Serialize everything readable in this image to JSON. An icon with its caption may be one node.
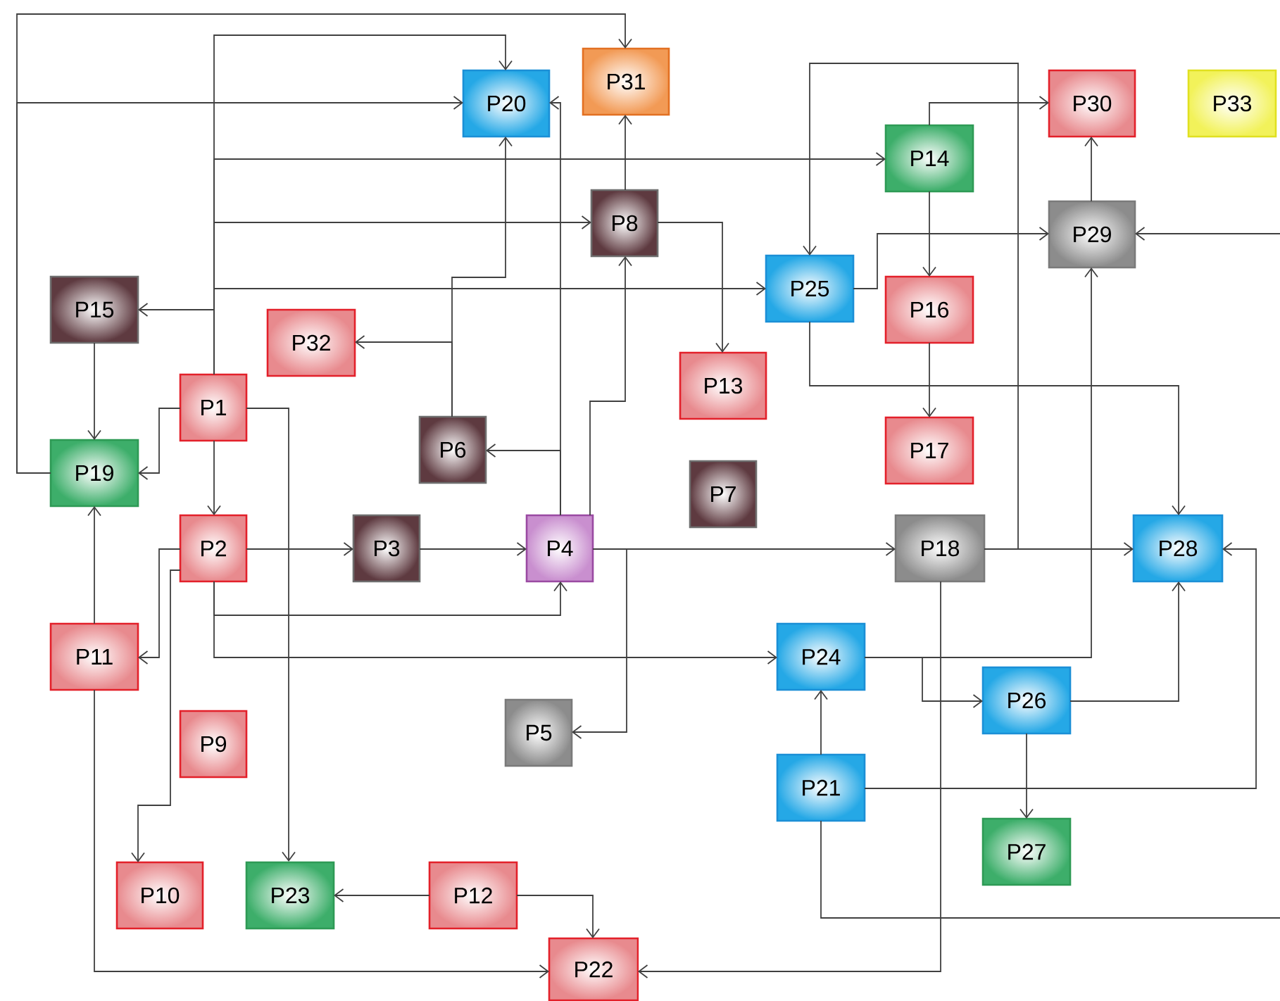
{
  "diagram": {
    "nodes": [
      {
        "text": [
          "P1"
        ]
      },
      {
        "text": [
          "P2"
        ]
      },
      {
        "text": [
          "P3"
        ]
      },
      {
        "text": [
          "P4"
        ]
      },
      {
        "text": [
          "P5"
        ]
      },
      {
        "text": [
          "P6"
        ]
      },
      {
        "text": [
          "P7"
        ]
      },
      {
        "text": [
          "P8"
        ]
      },
      {
        "text": [
          "P9"
        ]
      },
      {
        "text": [
          "P10"
        ]
      },
      {
        "text": [
          "P11"
        ]
      },
      {
        "text": [
          "P12"
        ]
      },
      {
        "text": [
          "P13"
        ]
      },
      {
        "text": [
          "P14"
        ]
      },
      {
        "text": [
          "P15"
        ]
      },
      {
        "text": [
          "P16"
        ]
      },
      {
        "text": [
          "P17"
        ]
      },
      {
        "text": [
          "P18"
        ]
      },
      {
        "text": [
          "P19"
        ]
      },
      {
        "text": [
          "P20"
        ]
      },
      {
        "text": [
          "P21"
        ]
      },
      {
        "text": [
          "P22"
        ]
      },
      {
        "text": [
          "P23"
        ]
      },
      {
        "text": [
          "P24"
        ]
      },
      {
        "text": [
          "P25"
        ]
      },
      {
        "text": [
          "P26"
        ]
      },
      {
        "text": [
          "P27"
        ]
      },
      {
        "text": [
          "P28"
        ]
      },
      {
        "text": [
          "P29"
        ]
      },
      {
        "text": [
          "P30"
        ]
      },
      {
        "text": [
          "P31"
        ]
      },
      {
        "text": [
          "P32"
        ]
      },
      {
        "text": [
          "P33"
        ]
      }
    ],
    "edges": [
      {
        "from": 0,
        "to": 19,
        "arrow": "to"
      },
      {
        "from": 0,
        "to": 13,
        "arrow": "to"
      },
      {
        "from": 0,
        "to": 7,
        "arrow": "to"
      },
      {
        "from": 0,
        "to": 24,
        "arrow": "to"
      },
      {
        "from": 0,
        "to": 14,
        "arrow": "to"
      },
      {
        "from": 0,
        "to": 18,
        "arrow": "to"
      },
      {
        "from": 0,
        "to": 1,
        "arrow": "to"
      },
      {
        "from": 0,
        "to": 22,
        "arrow": "to"
      },
      {
        "from": 18,
        "to": 30,
        "arrow": "to"
      },
      {
        "from": 18,
        "to": 19,
        "arrow": "to"
      },
      {
        "from": 14,
        "to": 18,
        "arrow": "to"
      },
      {
        "from": 5,
        "to": 19,
        "arrow": "to"
      },
      {
        "from": 5,
        "to": 31,
        "arrow": "to"
      },
      {
        "from": 3,
        "to": 19,
        "arrow": "to"
      },
      {
        "from": 3,
        "to": 5,
        "arrow": "to"
      },
      {
        "from": 3,
        "to": 7,
        "arrow": "to"
      },
      {
        "from": 7,
        "to": 30,
        "arrow": "to"
      },
      {
        "from": 7,
        "to": 12,
        "arrow": "to"
      },
      {
        "from": 1,
        "to": 2,
        "arrow": "to"
      },
      {
        "from": 2,
        "to": 3,
        "arrow": "to"
      },
      {
        "from": 1,
        "to": 3,
        "arrow": "to"
      },
      {
        "from": 1,
        "to": 23,
        "arrow": "to"
      },
      {
        "from": 1,
        "to": 10,
        "arrow": "to"
      },
      {
        "from": 1,
        "to": 9,
        "arrow": "to"
      },
      {
        "from": 10,
        "to": 18,
        "arrow": "to"
      },
      {
        "from": 10,
        "to": 21,
        "arrow": "to"
      },
      {
        "from": 11,
        "to": 22,
        "arrow": "to"
      },
      {
        "from": 11,
        "to": 21,
        "arrow": "to"
      },
      {
        "from": 3,
        "to": 17,
        "arrow": "to"
      },
      {
        "from": 3,
        "to": 4,
        "arrow": "to"
      },
      {
        "from": 17,
        "to": 27,
        "arrow": "to"
      },
      {
        "from": 17,
        "to": 24,
        "arrow": "to"
      },
      {
        "from": 17,
        "to": 21,
        "arrow": "to"
      },
      {
        "from": 24,
        "to": 28,
        "arrow": "to"
      },
      {
        "from": 24,
        "to": 27,
        "arrow": "to"
      },
      {
        "from": 13,
        "to": 29,
        "arrow": "to"
      },
      {
        "from": 13,
        "to": 15,
        "arrow": "to"
      },
      {
        "from": 15,
        "to": 16,
        "arrow": "to"
      },
      {
        "from": 28,
        "to": 29,
        "arrow": "to"
      },
      {
        "from": null,
        "to": 28,
        "arrow": "to"
      },
      {
        "from": 23,
        "to": 28,
        "arrow": "to"
      },
      {
        "from": 23,
        "to": 25,
        "arrow": "to"
      },
      {
        "from": 25,
        "to": 27,
        "arrow": "to"
      },
      {
        "from": 25,
        "to": 26,
        "arrow": "to"
      },
      {
        "from": 20,
        "to": 23,
        "arrow": "to"
      },
      {
        "from": 20,
        "to": 27,
        "arrow": "to"
      },
      {
        "from": 20,
        "to": null,
        "arrow": "none"
      }
    ]
  }
}
